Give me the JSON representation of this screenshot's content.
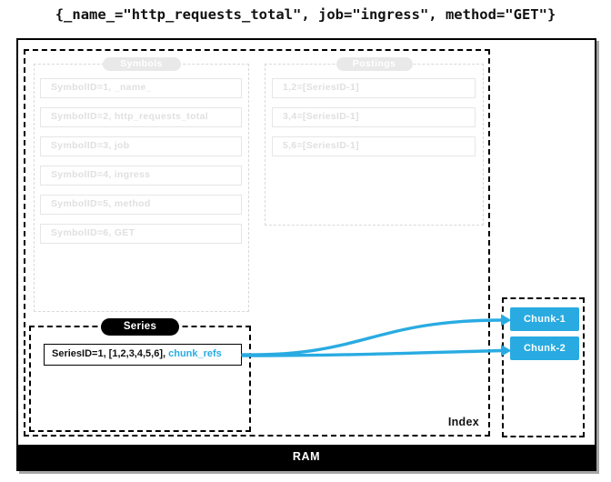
{
  "title": "{_name_=\"http_requests_total\", job=\"ingress\", method=\"GET\"}",
  "colors": {
    "accent": "#29ABE2",
    "pill_bg": "#E9E9E9",
    "ghost_border": "#E6E6E6",
    "ghost_text": "#E0E0E0",
    "ghost_dash": "#D9D9D9"
  },
  "index": {
    "label": "Index",
    "symbols": {
      "label": "Symbols",
      "rows": [
        "SymbolID=1, _name_",
        "SymbolID=2, http_requests_total",
        "SymbolID=3, job",
        "SymbolID=4, ingress",
        "SymbolID=5, method",
        "SymbolID=6, GET"
      ]
    },
    "postings": {
      "label": "Postings",
      "rows": [
        "1,2=[SeriesID-1]",
        "3,4=[SeriesID-1]",
        "5,6=[SeriesID-1]"
      ]
    },
    "series": {
      "label": "Series",
      "entry_prefix": "SeriesID=1, [1,2,3,4,5,6], ",
      "entry_link": "chunk_refs"
    }
  },
  "chunks": [
    "Chunk-1",
    "Chunk-2"
  ],
  "ram": {
    "label": "RAM"
  }
}
